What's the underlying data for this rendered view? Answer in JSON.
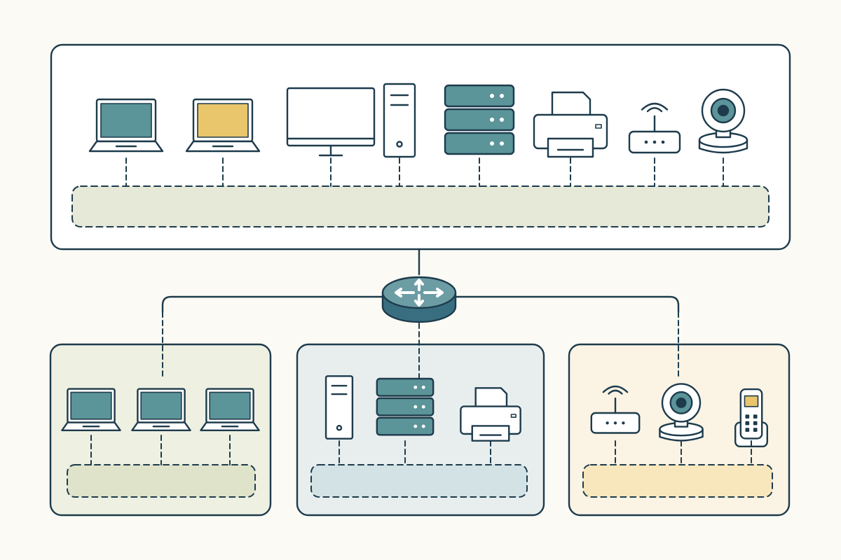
{
  "colors": {
    "background": "#fbfaf4",
    "stroke": "#1d3b4c",
    "teal": "#5b9499",
    "amber": "#e9c56b",
    "white": "#ffffff",
    "main_bus_fill": "#e6e9d7",
    "group_left_bg": "#eef0e2",
    "group_left_bus": "#dfe3c9",
    "group_middle_bg": "#e8eeee",
    "group_middle_bus": "#d3e2e4",
    "group_right_bg": "#fbf3e4",
    "group_right_bus": "#f8e7bd",
    "router_top": "#6c9da4",
    "router_side": "#386e80"
  },
  "diagram": {
    "type": "network-topology",
    "router": {
      "icon": "router-icon"
    },
    "main_segment": {
      "devices": [
        {
          "icon": "laptop-icon",
          "screen": "teal"
        },
        {
          "icon": "laptop-icon",
          "screen": "amber"
        },
        {
          "icon": "monitor-icon"
        },
        {
          "icon": "tower-pc-icon"
        },
        {
          "icon": "server-rack-icon"
        },
        {
          "icon": "printer-icon"
        },
        {
          "icon": "wifi-router-icon"
        },
        {
          "icon": "security-camera-icon"
        }
      ]
    },
    "subnets": [
      {
        "id": "left",
        "devices": [
          {
            "icon": "laptop-icon",
            "screen": "teal"
          },
          {
            "icon": "laptop-icon",
            "screen": "teal"
          },
          {
            "icon": "laptop-icon",
            "screen": "teal"
          }
        ]
      },
      {
        "id": "middle",
        "devices": [
          {
            "icon": "tower-pc-icon"
          },
          {
            "icon": "server-rack-icon"
          },
          {
            "icon": "printer-icon"
          }
        ]
      },
      {
        "id": "right",
        "devices": [
          {
            "icon": "wifi-router-icon"
          },
          {
            "icon": "security-camera-icon"
          },
          {
            "icon": "cordless-phone-icon"
          }
        ]
      }
    ]
  }
}
